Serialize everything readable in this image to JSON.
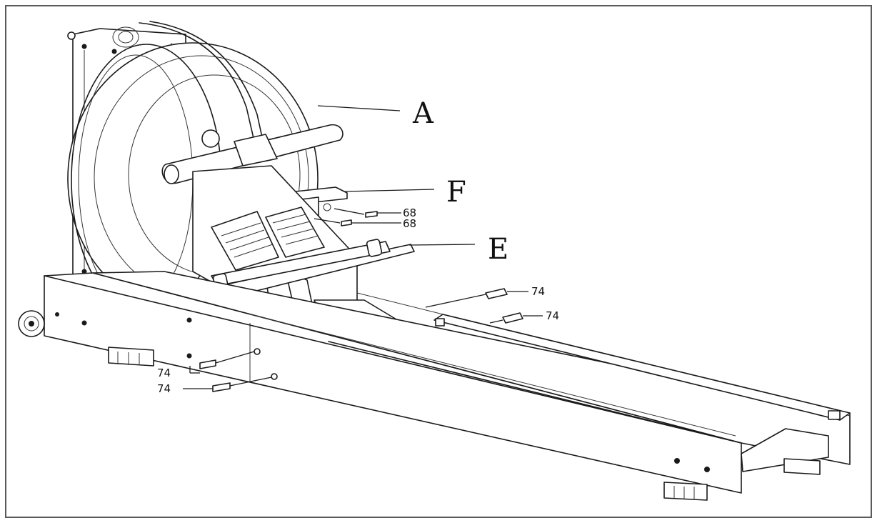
{
  "part_labels": {
    "a": "A",
    "f": "F",
    "e": "E"
  },
  "screw_labels": {
    "s68_top": "68",
    "s68_bottom": "68",
    "s74_right_top": "74",
    "s74_right_bottom": "74",
    "s74_left_top": "74",
    "s74_left_bottom": "74"
  },
  "colors": {
    "line": "#1a1a1a",
    "background": "#ffffff",
    "frame": "#5a5a5a"
  }
}
